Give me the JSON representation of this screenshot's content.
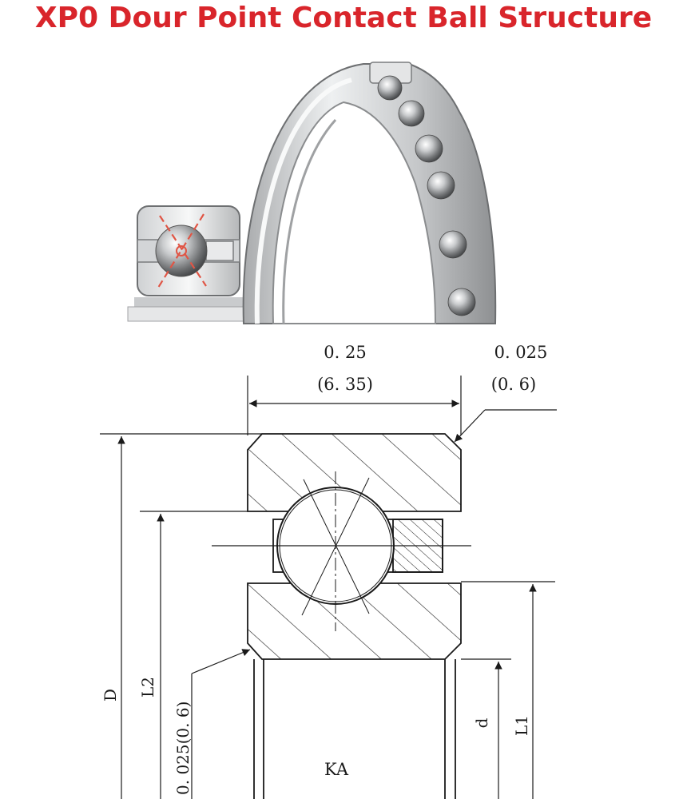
{
  "title": "XP0 Dour Point Contact Ball Structure",
  "colors": {
    "title": "#d9252b",
    "contact_lines": "#e05545",
    "line": "#1a1a1a"
  },
  "drawing": {
    "width_inch": "0. 25",
    "width_mm": "(6. 35)",
    "chamfer_top_inch": "0. 025",
    "chamfer_top_mm": "(0. 6)",
    "chamfer_bottom": "0. 025(0. 6)",
    "label_D": "D",
    "label_L2": "L2",
    "label_d": "d",
    "label_L1": "L1",
    "label_KA": "KA"
  }
}
